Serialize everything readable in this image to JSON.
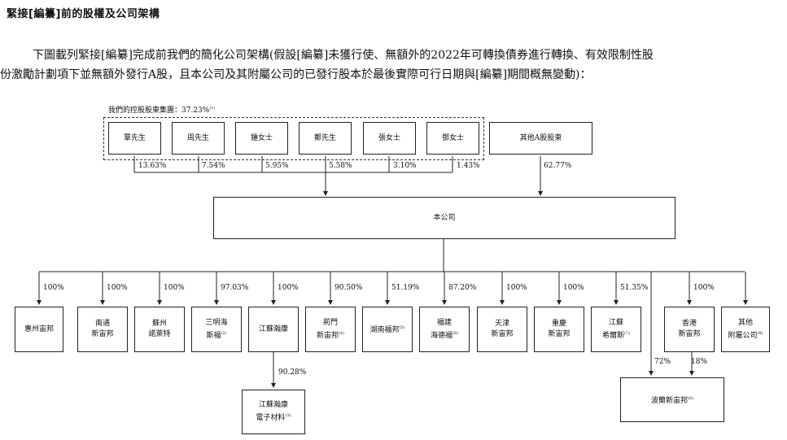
{
  "heading": "緊接[編纂]前的股權及公司架構",
  "paragraph": {
    "line1": "下圖載列緊接[編纂]完成前我們的簡化公司架構(假設[編纂]未獲行使、無額外的2022年可轉換債券進行轉換、有效限制性股",
    "line2": "份激勵計劃項下並無額外發行A股，且本公司及其附屬公司的已發行股本於最後實際可行日期與[編纂]期間概無變動)："
  },
  "chart": {
    "controlling_group_label": "我們的控股股東集團：37.23%",
    "controlling_group_note": "(1)",
    "shareholders": [
      {
        "name": "覃先生",
        "pct": "13.63%"
      },
      {
        "name": "周先生",
        "pct": "7.54%"
      },
      {
        "name": "鍾女士",
        "pct": "5.95%"
      },
      {
        "name": "鄭先生",
        "pct": "5.58%"
      },
      {
        "name": "張女士",
        "pct": "3.10%"
      },
      {
        "name": "鄧女士",
        "pct": "1.43%"
      }
    ],
    "other_a_shareholders": {
      "name": "其他A股股東",
      "pct": "62.77%"
    },
    "company": "本公司",
    "subsidiaries": [
      {
        "name": "惠州宙邦",
        "note": "",
        "pct": "100%"
      },
      {
        "name": "南通\n新宙邦",
        "note": "",
        "pct": "100%"
      },
      {
        "name": "蘇州\n諾萊特",
        "note": "",
        "pct": "100%"
      },
      {
        "name": "三明海\n斯福",
        "note": "(2)",
        "pct": "97.03%"
      },
      {
        "name": "江蘇瀚康",
        "note": "",
        "pct": "100%"
      },
      {
        "name": "荊門\n新宙邦",
        "note": "(4)",
        "pct": "90.50%"
      },
      {
        "name": "湖南福邦",
        "note": "(5)",
        "pct": "51.19%"
      },
      {
        "name": "福建\n海德福",
        "note": "(6)",
        "pct": "87.20%"
      },
      {
        "name": "天津\n新宙邦",
        "note": "",
        "pct": "100%"
      },
      {
        "name": "重慶\n新宙邦",
        "note": "",
        "pct": "100%"
      },
      {
        "name": "江蘇\n希爾斯",
        "note": "(7)",
        "pct": "51.35%"
      },
      {
        "name": "香港\n新宙邦",
        "note": "",
        "pct": "100%"
      },
      {
        "name": "其他\n附屬公司",
        "note": "(9)",
        "pct": ""
      }
    ],
    "electronic_materials": {
      "name": "江蘇瀚康\n電子材料",
      "note": "(3)",
      "pct": "90.28%"
    },
    "poland": {
      "name": "波蘭新宙邦",
      "note": "(8)",
      "pct_company": "72%",
      "pct_hk": "18%"
    }
  }
}
